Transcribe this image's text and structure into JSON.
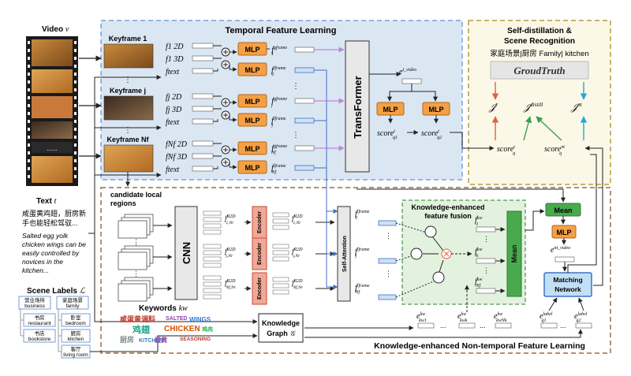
{
  "sections": {
    "temporal": "Temporal Feature Learning",
    "self_distill_line1": "Self-distillation &",
    "self_distill_line2": "Scene Recognition",
    "nontemporal": "Knowledge-enhanced Non-temporal Feature Learning"
  },
  "inputs": {
    "video_label": "Video",
    "video_var": "v",
    "film_dots": "......",
    "text_label": "Text",
    "text_var": "t",
    "text_cn_line1": "咸蛋黄鸡翅，厨房新",
    "text_cn_line2": "手也能轻松驾驭...",
    "text_en_line1": "Salted egg yolk",
    "text_en_line2": "chicken wings can be",
    "text_en_line3": "easily controlled by",
    "text_en_line4": "novices in the",
    "text_en_line5": "kitchen...",
    "scene_labels_title": "Scene Labels",
    "scene_labels_var": "ℒ",
    "scene_labels": [
      {
        "cn": "营业场所",
        "en": "business"
      },
      {
        "cn": "家庭场景",
        "en": "family"
      },
      {
        "cn": "书房",
        "en": "restaurant"
      },
      {
        "cn": "卧室",
        "en": "bedroom"
      },
      {
        "cn": "书店",
        "en": "bookstore"
      },
      {
        "cn": "厨房",
        "en": "kitchen"
      },
      {
        "cn": "客厅",
        "en": "living room"
      }
    ]
  },
  "keyframes": [
    {
      "label": "Keyframe 1"
    },
    {
      "label": "Keyframe j"
    },
    {
      "label": "Keyframe Nf"
    }
  ],
  "features": {
    "f2d_1": "f1 2D",
    "f3d_1": "f1 3D",
    "ftext_1": "ftext",
    "f2d_j": "fj 2D",
    "f3d_j": "fj 3D",
    "ftext_j": "ftext",
    "f2d_n": "fNf 2D",
    "f3d_n": "fNf 3D",
    "ftext_n": "ftext"
  },
  "blocks": {
    "mlp": "MLP",
    "transformer": "TransFormer",
    "cnn": "CNN",
    "encoder": "Encoder",
    "self_attention": "Self-Attention",
    "mean": "Mean",
    "matching_line1": "Matching",
    "matching_line2": "Network",
    "kg_line1": "Knowledge",
    "kg_line2": "Graph",
    "kg_var": "𝒢",
    "fusion_line1": "Knowledge-enhanced",
    "fusion_line2": "feature fusion"
  },
  "candidate_regions_line1": "candidate local",
  "candidate_regions_line2": "regions",
  "keywords_label": "Keywords",
  "keywords_var": "kw",
  "word_cloud": [
    "咸蛋黄调料",
    "SALTED",
    "WINGS",
    "CHICKEN",
    "鸡翅",
    "厨房",
    "SEASONING",
    "KITCHEN",
    "蛋黄",
    "鸡肉"
  ],
  "self_distill": {
    "scene_cn": "家庭场景|厨房",
    "scene_en": "Family| kitchen",
    "ground_truth": "GroudTruth",
    "j_t": "𝒥",
    "j_t_sup": "t",
    "j_distill_sup": "distill",
    "j_nt_sup": "nt",
    "score_q": "score",
    "score_q_sub": "q",
    "score_t_sup": "t",
    "score_nt_sup": "nt"
  },
  "math": {
    "e_t_video": "e",
    "e_t_video_sup": "t_video",
    "score1": "score",
    "score1_sub": "q1",
    "score2_sub": "q2",
    "e_nt_video_sup": "nt_video",
    "e_label": "e",
    "e_label_sup": "label",
    "e_label_sub1": "q1",
    "e_label_sub2": "q2",
    "e_kw": "e",
    "e_kw_sup": "kw",
    "e_kw_sub1": "kw1",
    "e_kw_subk": "kwk",
    "e_kw_subn": "kwNk",
    "dots": "...",
    "vdots": "⋮",
    "f_gframe": "f",
    "gframe_sup": "gframe",
    "lframe_sup": "lframe",
    "r2d_sup": "R2D",
    "kw_sup": "kw",
    "sub_1": "1",
    "sub_j": "j",
    "sub_nf": "Nf",
    "sub_k": "k",
    "sub_nk": "Nk",
    "sub_1nr": "1,Nr",
    "sub_jnr": "j,Nr",
    "sub_nfnr": "Nf,Nr"
  },
  "colors": {
    "temporal_bg": "#dbe6f3",
    "temporal_border": "#7aa4d8",
    "self_bg": "#fbf8e8",
    "self_border": "#b89e3c",
    "nontemp_border": "#9a6b47",
    "fusion_bg": "#e3f1df",
    "fusion_border": "#4e9d4e",
    "mlp": "#f5a046",
    "transformer": "#e8e8e8",
    "encoder": "#f2a896",
    "mean_green": "#49a94d",
    "match_blue": "#c3dff5",
    "vector_blue": "#3a73c4",
    "arrow_purple": "#b98bd6",
    "arrow_red": "#e36040",
    "arrow_green": "#3aa04a",
    "arrow_cyan": "#21a8d8"
  }
}
